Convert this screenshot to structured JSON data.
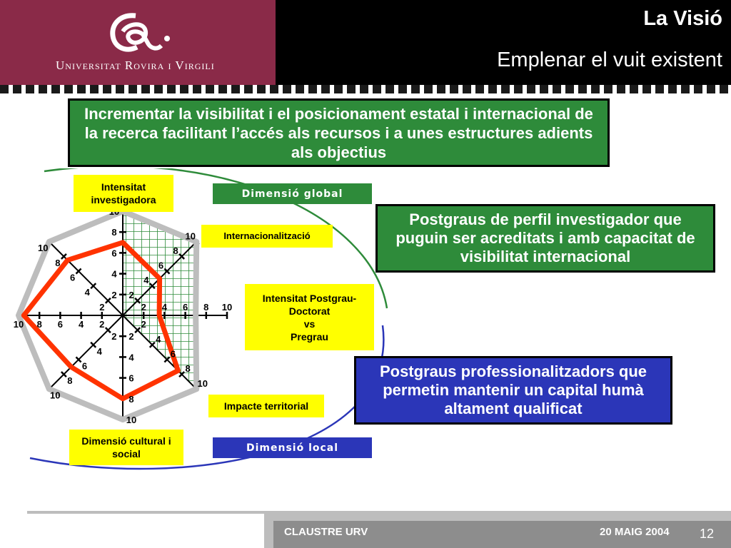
{
  "header": {
    "university": "Universitat Rovira i Virgili",
    "title": "La Visió",
    "subtitle": "Emplenar el vuit existent"
  },
  "vision_text": "Incrementar la visibilitat i el posicionament estatal i internacional de la recerca facilitant l’accés als recursos i a unes estructures adients als objectius",
  "dimensions": {
    "global": "Dimensió global",
    "local": "Dimensió local"
  },
  "axis_labels": {
    "intensitat_investigadora": "Intensitat investigadora",
    "internacionalitzacio": "Internacionalització",
    "intensitat_postgrau": [
      "Intensitat Postgrau-",
      "Doctorat",
      "vs",
      "Pregrau"
    ],
    "impacte_territorial": "Impacte territorial",
    "dimensio_cultural": "Dimensió cultural i social"
  },
  "boxes": {
    "green": "Postgraus de perfil investigador que puguin ser acreditats i amb capacitat de visibilitat internacional",
    "blue": "Postgraus professionalitzadors que permetin mantenir un capital humà altament qualificat"
  },
  "chart_data": {
    "type": "radar",
    "axes": [
      "N",
      "NE",
      "E",
      "SE",
      "S",
      "SW",
      "W",
      "NW"
    ],
    "ticks": [
      "2",
      "4",
      "6",
      "8",
      "10"
    ],
    "range": [
      0,
      10
    ],
    "series": [
      {
        "values": [
          10,
          10,
          7,
          10,
          10,
          10,
          10,
          10
        ],
        "color": "#bdbdbd"
      },
      {
        "values": [
          7,
          5,
          3.5,
          7.5,
          8,
          7,
          9.5,
          7.5
        ],
        "color": "#ff3300"
      }
    ],
    "grid_sector": "N-E-SE"
  },
  "footer": {
    "event": "CLAUSTRE URV",
    "date": "20 MAIG 2004",
    "page": "12"
  }
}
